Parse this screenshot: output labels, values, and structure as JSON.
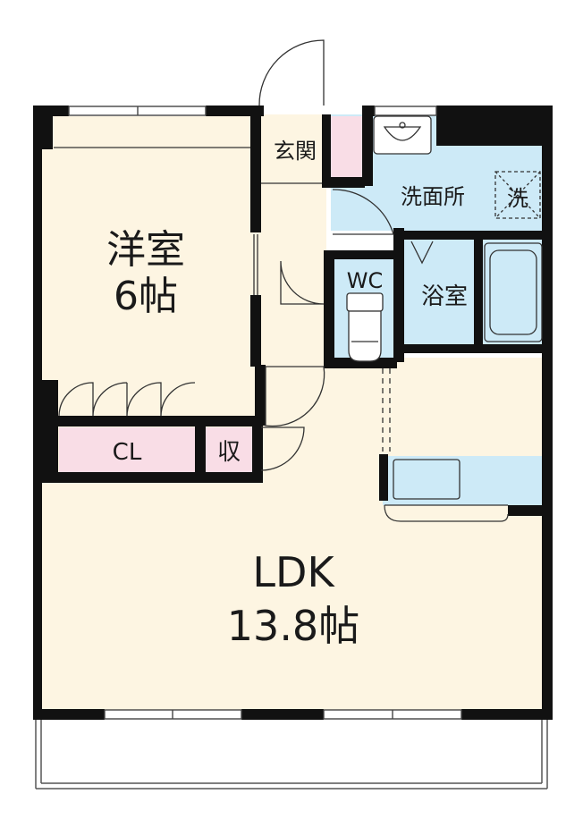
{
  "floor_plan": {
    "rooms": {
      "western_room": {
        "label": "洋室",
        "size": "6帖"
      },
      "ldk": {
        "label": "LDK",
        "size": "13.8帖"
      },
      "entrance": {
        "label": "玄関"
      },
      "washroom": {
        "label": "洗面所"
      },
      "washer": {
        "label": "洗"
      },
      "wc": {
        "label": "WC"
      },
      "bathroom": {
        "label": "浴室"
      },
      "closet": {
        "label": "CL"
      },
      "storage": {
        "label": "収"
      }
    },
    "colors": {
      "floor": "#fdf5e2",
      "wet_area": "#cdeaf7",
      "storage": "#f9dde6",
      "wall": "#111111"
    }
  }
}
